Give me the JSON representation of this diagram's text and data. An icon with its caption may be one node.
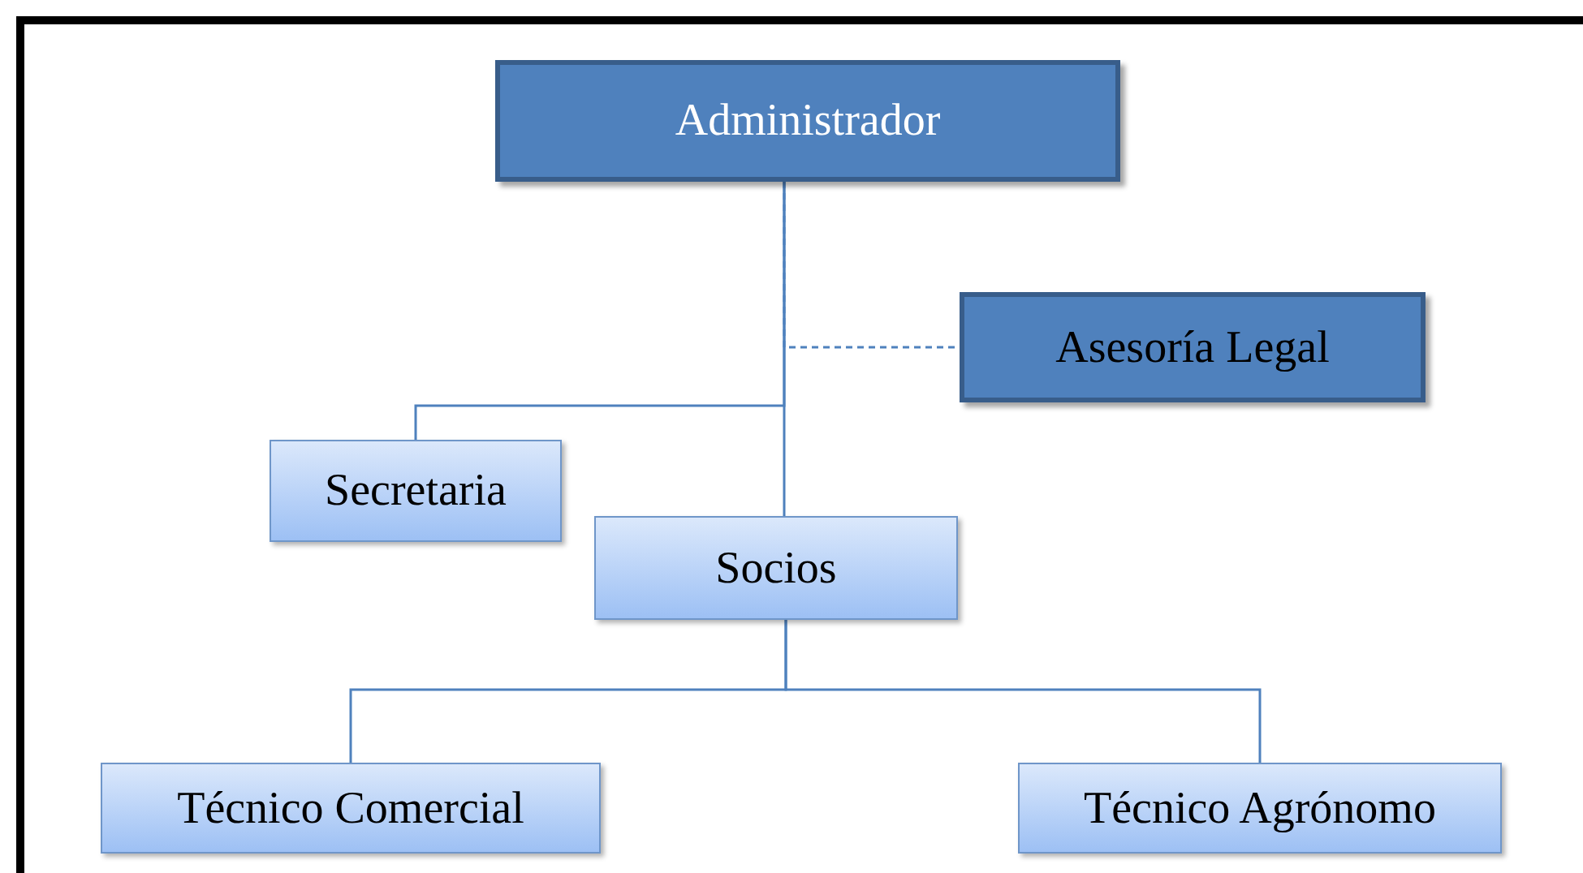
{
  "diagram": {
    "nodes": [
      {
        "text": [
          "Administrador"
        ]
      },
      {
        "text": [
          "Asesoría Legal"
        ]
      },
      {
        "text": [
          "Secretaria"
        ]
      },
      {
        "text": [
          "Socios"
        ]
      },
      {
        "text": [
          "Técnico Comercial"
        ]
      },
      {
        "text": [
          "Técnico Agrónomo"
        ]
      }
    ],
    "edges": [
      {
        "from": 0,
        "to": 1,
        "arrow": "none",
        "style": "dashed"
      },
      {
        "from": 0,
        "to": 2,
        "arrow": "none"
      },
      {
        "from": 0,
        "to": 3,
        "arrow": "none"
      },
      {
        "from": 3,
        "to": 4,
        "arrow": "none"
      },
      {
        "from": 3,
        "to": 5,
        "arrow": "none"
      }
    ]
  }
}
